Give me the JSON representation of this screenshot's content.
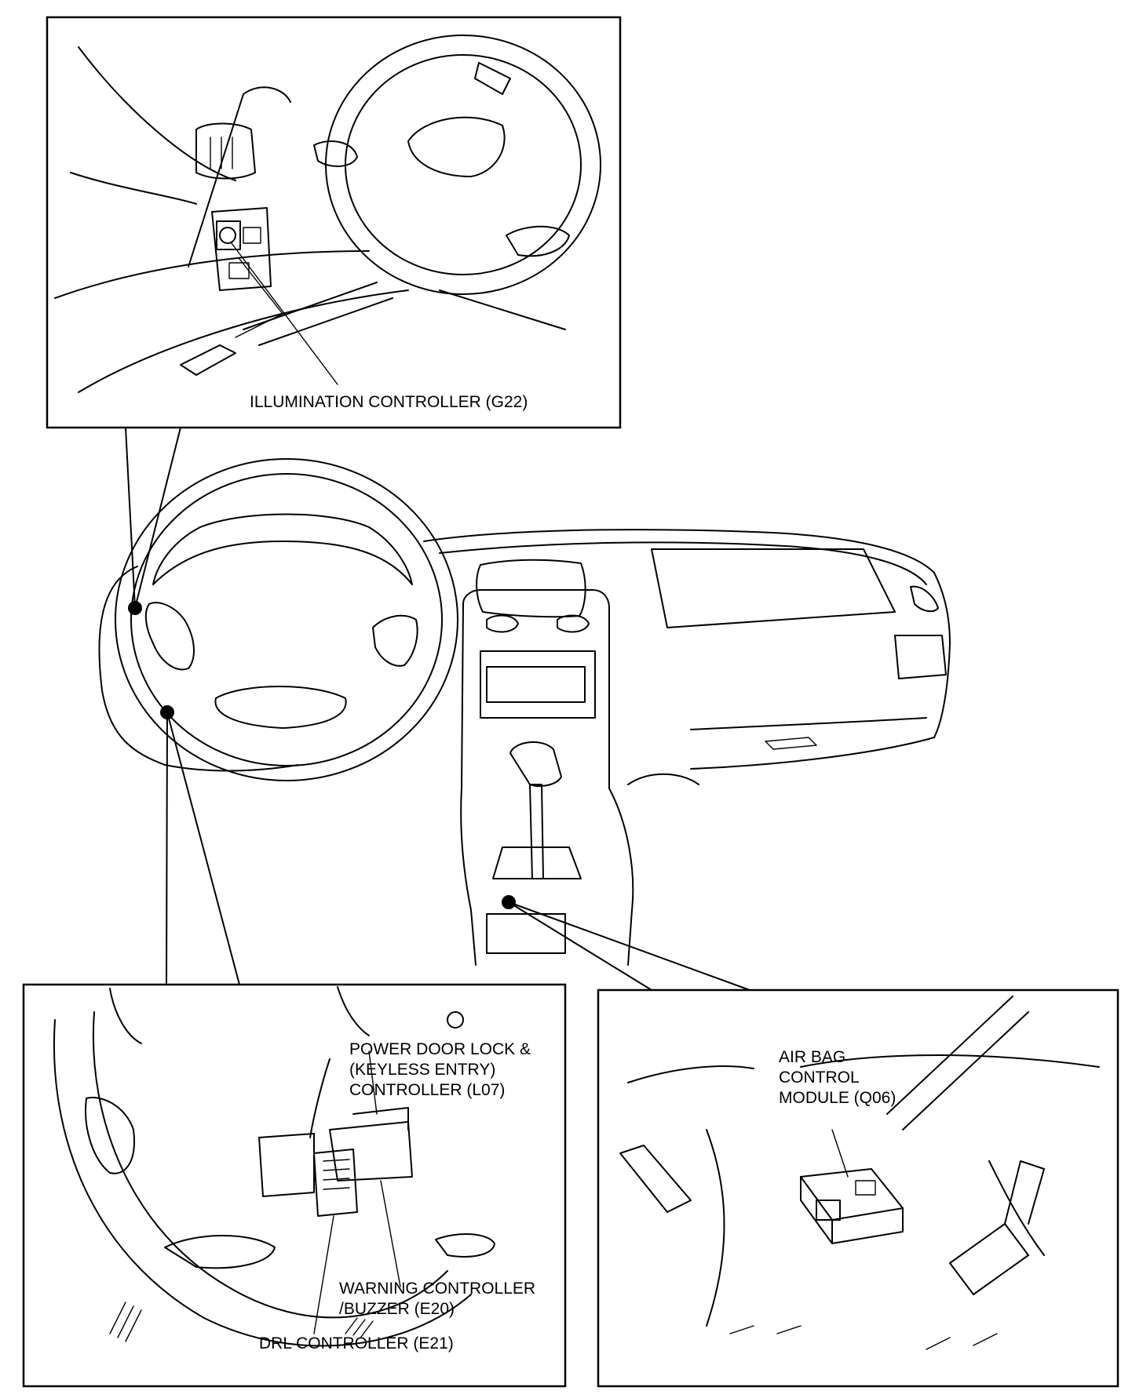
{
  "labels": {
    "illumination": "ILLUMINATION CONTROLLER (G22)",
    "power_door_lock": [
      "POWER DOOR LOCK &",
      "(KEYLESS ENTRY)",
      "CONTROLLER (L07)"
    ],
    "warning": [
      "WARNING CONTROLLER",
      "/BUZZER (E20)"
    ],
    "drl": "DRL CONTROLLER (E21)",
    "airbag": [
      "AIR BAG",
      "CONTROL",
      "MODULE (Q06)"
    ]
  },
  "colors": {
    "ink": "#000000",
    "paper": "#ffffff"
  }
}
